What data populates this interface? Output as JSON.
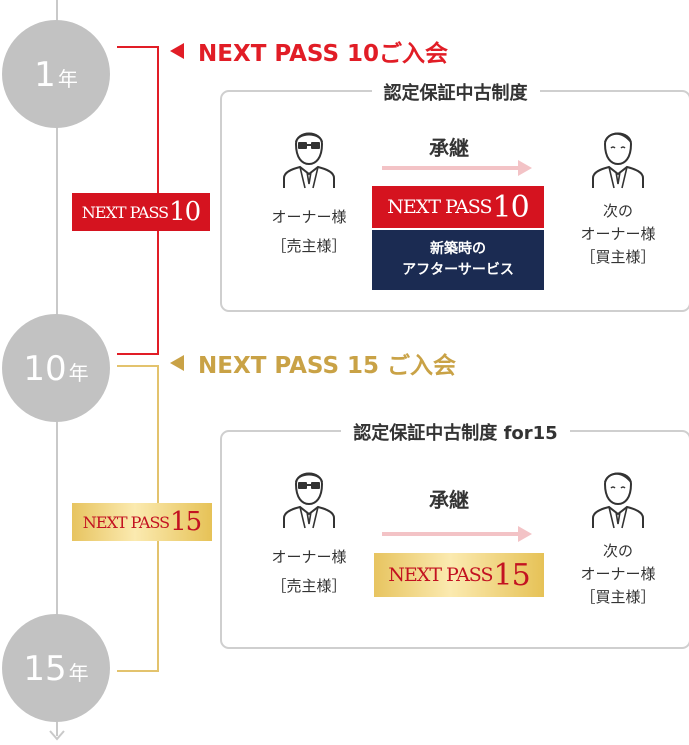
{
  "colors": {
    "red": "#e11d26",
    "gold": "#c9a246",
    "navy": "#1b2b52",
    "year_circle": "#c2c2c2"
  },
  "timeline": {
    "years": [
      {
        "num": "1",
        "unit": "年"
      },
      {
        "num": "10",
        "unit": "年"
      },
      {
        "num": "15",
        "unit": "年"
      }
    ]
  },
  "plans": [
    {
      "join_label": "NEXT PASS 10ご入会",
      "badge": {
        "prefix": "NEXT PASS",
        "number": "10"
      },
      "box_title": "認定保証中古制度",
      "inherit_label": "承継",
      "seller": {
        "label": "オーナー様",
        "role": "［売主様］"
      },
      "buyer": {
        "label_line1": "次の",
        "label_line2": "オーナー様",
        "role": "［買主様］"
      },
      "service": {
        "line1": "新築時の",
        "line2": "アフターサービス"
      }
    },
    {
      "join_label": "NEXT PASS 15 ご入会",
      "badge": {
        "prefix": "NEXT PASS",
        "number": "15"
      },
      "box_title": "認定保証中古制度 for15",
      "inherit_label": "承継",
      "seller": {
        "label": "オーナー様",
        "role": "［売主様］"
      },
      "buyer": {
        "label_line1": "次の",
        "label_line2": "オーナー様",
        "role": "［買主様］"
      }
    }
  ]
}
